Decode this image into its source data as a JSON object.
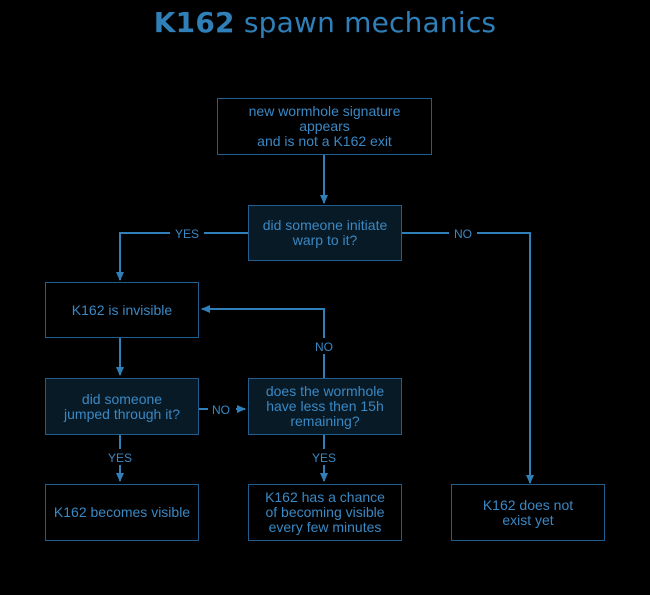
{
  "title": {
    "bold": "K162",
    "rest": "spawn mechanics"
  },
  "colors": {
    "background": "#000000",
    "accent": "#2f7fb8",
    "box_border": "#1f5f8f",
    "decision_fill": "#081a26",
    "connector": "#2f7fb8"
  },
  "nodes": {
    "start": "new wormhole signature appears\nand is not a K162 exit",
    "warp_q": "did someone initiate\nwarp to it?",
    "invisible": "K162 is invisible",
    "jump_q": "did someone\njumped through it?",
    "time_q": "does the wormhole\nhave less then 15h\nremaining?",
    "visible": "K162 becomes visible",
    "chance": "K162 has a chance\nof becoming visible\nevery few minutes",
    "not_exist": "K162 does not\nexist yet"
  },
  "edges": {
    "warp_yes": "YES",
    "warp_no": "NO",
    "jump_no": "NO",
    "jump_yes": "YES",
    "time_no": "NO",
    "time_yes": "YES"
  }
}
